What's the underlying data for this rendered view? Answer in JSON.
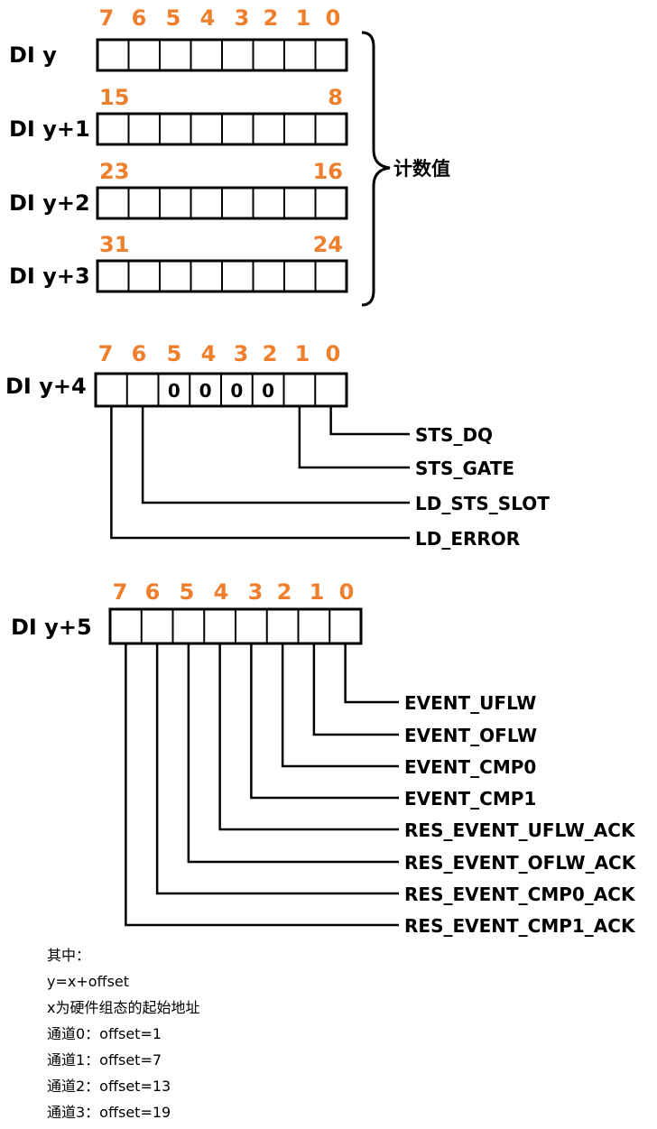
{
  "bit_numbers": [
    "7",
    "6",
    "5",
    "4",
    "3",
    "2",
    "1",
    "0"
  ],
  "counter_block": {
    "registers": [
      "DI y",
      "DI y+1",
      "DI y+2",
      "DI y+3"
    ],
    "high_bits": [
      "15",
      "23",
      "31"
    ],
    "low_bits": [
      "8",
      "16",
      "24"
    ],
    "brace_label": "计数值"
  },
  "status_block": {
    "register": "DI y+4",
    "cell_values": [
      "",
      "",
      "0",
      "0",
      "0",
      "0",
      "",
      ""
    ],
    "signals": [
      {
        "bit": "0",
        "name": "STS_DQ"
      },
      {
        "bit": "1",
        "name": "STS_GATE"
      },
      {
        "bit": "6",
        "name": "LD_STS_SLOT"
      },
      {
        "bit": "7",
        "name": "LD_ERROR"
      }
    ]
  },
  "event_block": {
    "register": "DI y+5",
    "signals": [
      {
        "bit": "0",
        "name": "EVENT_UFLW"
      },
      {
        "bit": "1",
        "name": "EVENT_OFLW"
      },
      {
        "bit": "2",
        "name": "EVENT_CMP0"
      },
      {
        "bit": "3",
        "name": "EVENT_CMP1"
      },
      {
        "bit": "4",
        "name": "RES_EVENT_UFLW_ACK"
      },
      {
        "bit": "5",
        "name": "RES_EVENT_OFLW_ACK"
      },
      {
        "bit": "6",
        "name": "RES_EVENT_CMP0_ACK"
      },
      {
        "bit": "7",
        "name": "RES_EVENT_CMP1_ACK"
      }
    ]
  },
  "notes": [
    "其中：",
    "y=x+offset",
    "x为硬件组态的起始地址",
    "通道0：offset=1",
    "通道1：offset=7",
    "通道2：offset=13",
    "通道3：offset=19"
  ]
}
